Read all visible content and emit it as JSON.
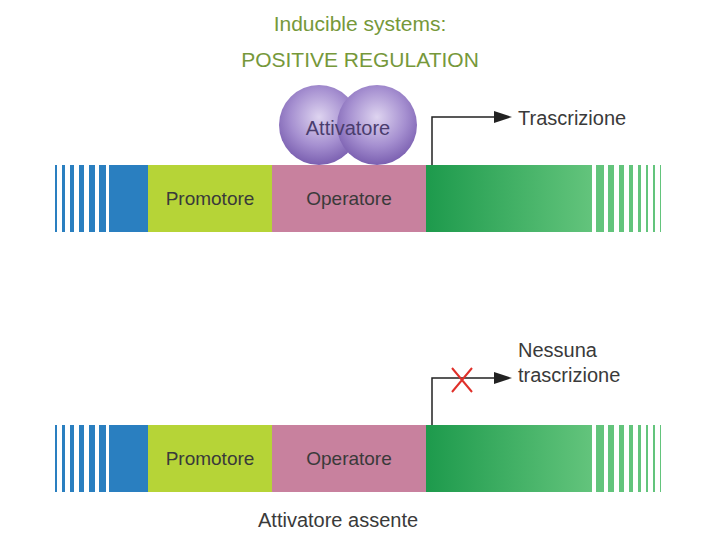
{
  "diagram": {
    "title": "Inducible systems: POSITIVE REGULATION",
    "nodes": [
      {
        "text": [
          "Attivatore"
        ]
      },
      {
        "text": [
          "Promotore"
        ]
      },
      {
        "text": [
          "Operatore"
        ]
      },
      {
        "text": [
          "Promotore"
        ]
      },
      {
        "text": [
          "Operatore"
        ]
      }
    ],
    "labels": [
      "Trascrizione",
      "Nessuna trascrizione",
      "Attivatore assente"
    ]
  }
}
